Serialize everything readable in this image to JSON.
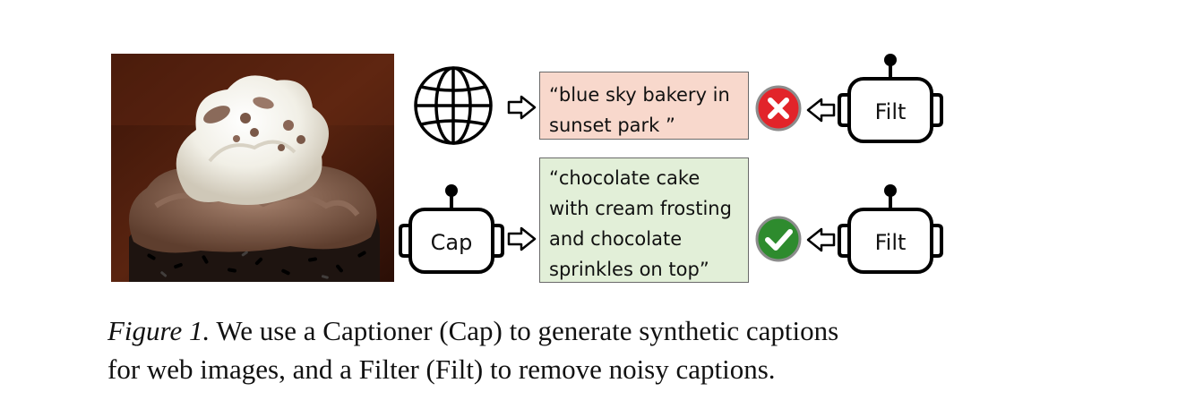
{
  "web_caption": {
    "line1": "“blue sky bakery in",
    "line2": "sunset park ”"
  },
  "synthetic_caption": {
    "line1": "“chocolate cake",
    "line2": "with cream frosting",
    "line3": "and chocolate",
    "line4": "sprinkles on top”"
  },
  "captioner_label": "Cap",
  "filter_label": "Filt",
  "figure_caption": {
    "label": "Figure 1.",
    "line1_rest": " We use a Captioner (Cap) to generate synthetic captions",
    "line2": "for web images, and a Filter (Filt) to remove noisy captions."
  },
  "colors": {
    "reject": "#e2242a",
    "accept": "#2e8b2e",
    "web_caption_bg": "#f8d8cc",
    "synthetic_caption_bg": "#e2efd8"
  },
  "icons": [
    "globe-icon",
    "captioner-robot-icon",
    "filter-robot-icon",
    "reject-x-icon",
    "accept-check-icon",
    "arrow-right-icon",
    "arrow-left-icon"
  ]
}
